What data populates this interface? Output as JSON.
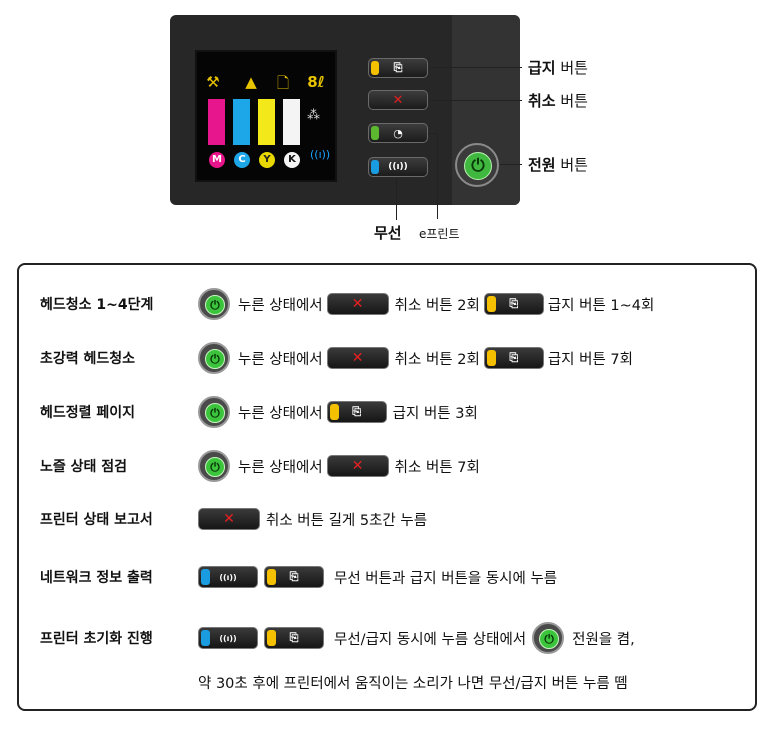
{
  "panel": {
    "status_icons": [
      "tool-icon",
      "warning-icon",
      "paper-icon",
      "ink-cartridge-icon"
    ],
    "inks": [
      {
        "label": "M",
        "color": "#e8168c"
      },
      {
        "label": "C",
        "color": "#1ea7e8"
      },
      {
        "label": "Y",
        "color": "#f2e81a"
      },
      {
        "label": "K",
        "color": "#f4f4f4"
      }
    ],
    "ink_label_colors": {
      "M": "#e8168c",
      "C": "#1ea7e8",
      "Y": "#d8c800",
      "K": "#ffffff"
    },
    "colors": {
      "resume": "#f5c000",
      "cancel": "#e02020",
      "eprint": "#5cb82e",
      "wireless": "#1a9de0",
      "power": "#40b840"
    },
    "callouts": {
      "resume": {
        "bold": "급지",
        "rest": " 버튼"
      },
      "cancel": {
        "bold": "취소",
        "rest": " 버튼"
      },
      "power": {
        "bold": "전원",
        "rest": " 버튼"
      },
      "wireless": "무선",
      "eprint": "e프린트"
    }
  },
  "guide": {
    "rows": [
      {
        "label": "헤드청소 1~4단계",
        "t1": "누른 상태에서",
        "t2": "취소 버튼 2회",
        "t3": "급지 버튼 1~4회"
      },
      {
        "label": "초강력 헤드청소",
        "t1": "누른 상태에서",
        "t2": "취소 버튼 2회",
        "t3": "급지 버튼 7회"
      },
      {
        "label": "헤드정렬 페이지",
        "t1": "누른 상태에서",
        "t2": "급지 버튼 3회"
      },
      {
        "label": "노즐 상태 점검",
        "t1": "누른 상태에서",
        "t2": "취소 버튼 7회"
      },
      {
        "label": "프린터 상태 보고서",
        "t1": "취소 버튼 길게 5초간 누름"
      },
      {
        "label": "네트워크 정보 출력",
        "t1": "무선 버튼과 급지 버튼을 동시에 누름"
      },
      {
        "label": "프린터 초기화 진행",
        "t1": "무선/급지 동시에 누름 상태에서",
        "t2": "전원을 켬,",
        "t3": "약 30초 후에 프린터에서 움직이는 소리가 나면 무선/급지 버튼 누름 뗌"
      }
    ]
  }
}
